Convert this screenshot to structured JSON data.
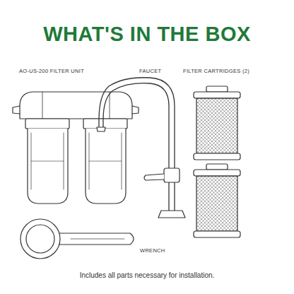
{
  "diagram": {
    "title": "WHAT'S IN THE BOX",
    "caption": "Includes all parts necessary for installation.",
    "labels": [
      "AO-US-200 FILTER UNIT",
      "FAUCET",
      "FILTER CARTRIDGES (2)",
      "WRENCH"
    ]
  }
}
